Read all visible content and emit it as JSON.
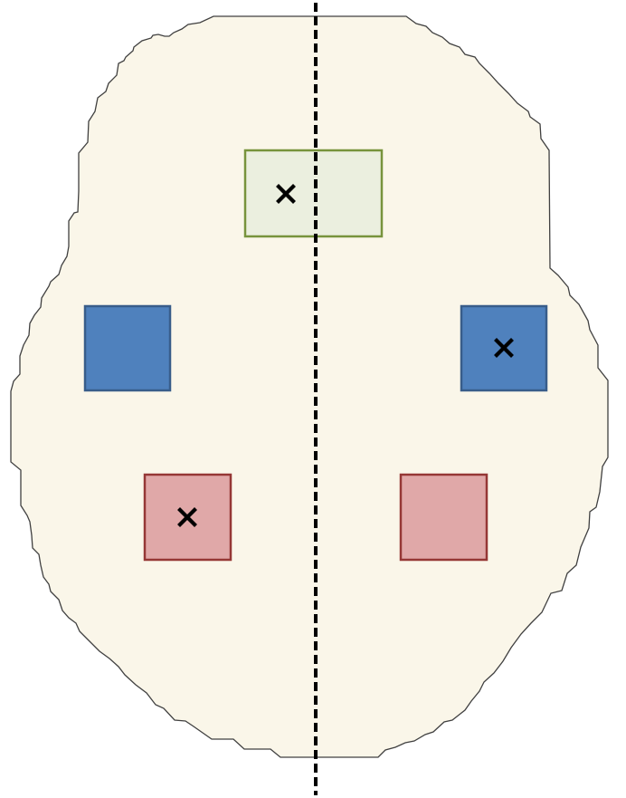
{
  "colors": {
    "background": "#ffffff",
    "outline_fill": "#faf6e9",
    "outline_stroke": "#404040",
    "midline": "#000000",
    "marker": "#000000",
    "green_fill": "#ebefdf",
    "green_stroke": "#77933c",
    "blue_fill": "#4f81bd",
    "blue_stroke": "#385d8a",
    "red_fill": "#e0a8a8",
    "red_stroke": "#953735"
  },
  "regions": [
    {
      "id": "top-center",
      "color": "green",
      "marked": true
    },
    {
      "id": "middle-left",
      "color": "blue",
      "marked": false
    },
    {
      "id": "middle-right",
      "color": "blue",
      "marked": true
    },
    {
      "id": "lower-left",
      "color": "red",
      "marked": true
    },
    {
      "id": "lower-right",
      "color": "red",
      "marked": false
    }
  ],
  "icons": {
    "marker": "x-mark-icon"
  }
}
